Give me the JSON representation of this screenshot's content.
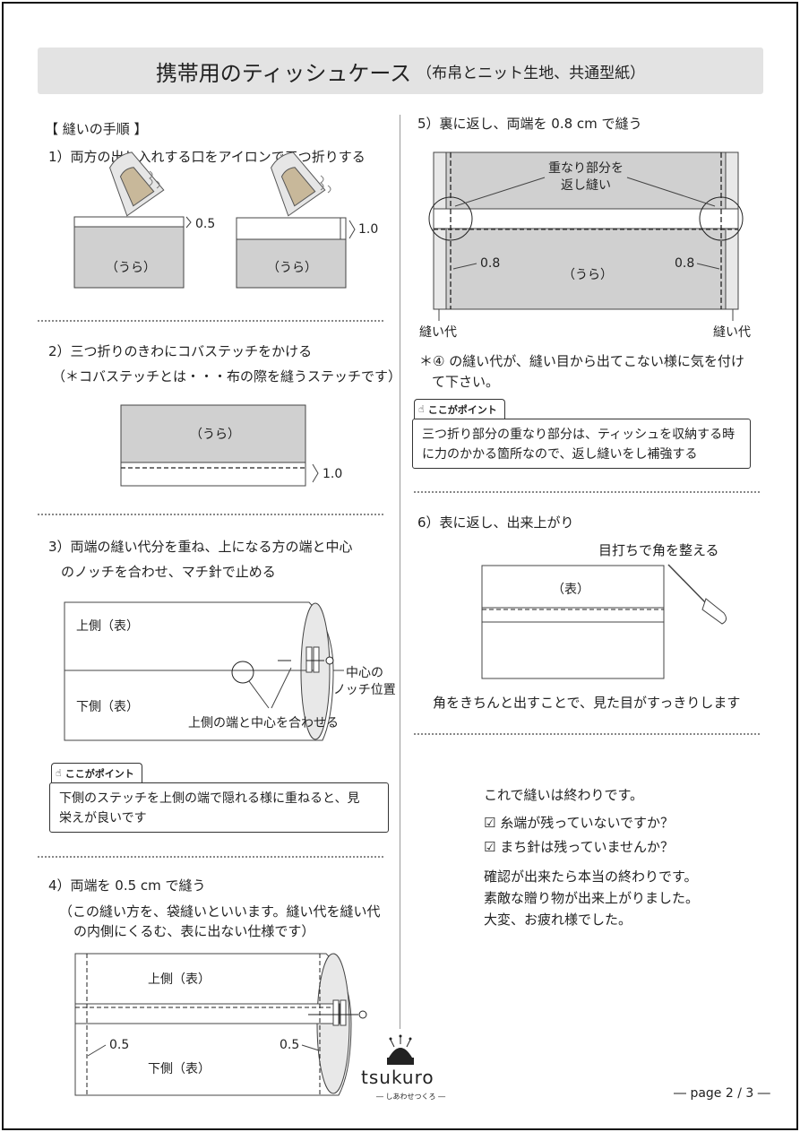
{
  "title": {
    "main": "携帯用のティッシュケース",
    "sub": "（布帛とニット生地、共通型紙）"
  },
  "left": {
    "heading": "【 縫いの手順 】",
    "step1": {
      "text": "1）両方の出し入れする口をアイロンで三つ折りする",
      "label_a": "（うら）",
      "measure_a": "0.5",
      "label_b": "（うら）",
      "measure_b": "1.0"
    },
    "step2": {
      "text": "2）三つ折りのきわにコバステッチをかける",
      "note": "（＊コバステッチとは・・・布の際を縫うステッチです）",
      "label": "（うら）",
      "measure": "1.0"
    },
    "step3": {
      "text_1": "3）両端の縫い代分を重ね、上になる方の端と中心",
      "text_2": "のノッチを合わせ、マチ針で止める",
      "upper": "上側（表）",
      "lower": "下側（表）",
      "notch_1": "中心の",
      "notch_2": "ノッチ位置",
      "align": "上側の端と中心を合わせる"
    },
    "point1": {
      "tag": "ここがポイント",
      "line_1": "下側のステッチを上側の端で隠れる様に重ねると、見",
      "line_2": "栄えが良いです"
    },
    "step4": {
      "text": "4）両端を 0.5 cm で縫う",
      "note_1": "（この縫い方を、袋縫いといいます。縫い代を縫い代",
      "note_2": "の内側にくるむ、表に出ない仕様です）",
      "upper": "上側（表）",
      "lower": "下側（表）",
      "m_left": "0.5",
      "m_right": "0.5"
    }
  },
  "right": {
    "step5": {
      "text": "5）裏に返し、両端を 0.8 cm で縫う",
      "callout_1": "重なり部分を",
      "callout_2": "返し縫い",
      "label": "（うら）",
      "m_left": "0.8",
      "m_right": "0.8",
      "allow_left": "縫い代",
      "allow_right": "縫い代",
      "note_1": "＊④ の縫い代が、縫い目から出てこない様に気を付け",
      "note_2": "て下さい。"
    },
    "point2": {
      "tag": "ここがポイント",
      "line_1": "三つ折り部分の重なり部分は、ティッシュを収納する時",
      "line_2": "に力のかかる箇所なので、返し縫いをし補強する"
    },
    "step6": {
      "text": "6）表に返し、出来上がり",
      "tool_note": "目打ちで角を整える",
      "label": "（表）",
      "caption": "角をきちんと出すことで、見た目がすっきりします"
    },
    "finish": {
      "line_1": "これで縫いは終わりです。",
      "check_1": "糸端が残っていないですか？",
      "check_2": "まち針は残っていませんか？",
      "line_2": "確認が出来たら本当の終わりです。",
      "line_3": "素敵な贈り物が出来上がりました。",
      "line_4": "大変、お疲れ様でした。"
    }
  },
  "logo": {
    "name": "tsukuro",
    "tagline": "― しあわせつくろ ―"
  },
  "page": "― page 2 / 3 ―",
  "colors": {
    "fabric_back": "#d0d0d0",
    "fabric_front": "#ffffff",
    "title_bg": "#e3e3e3"
  }
}
